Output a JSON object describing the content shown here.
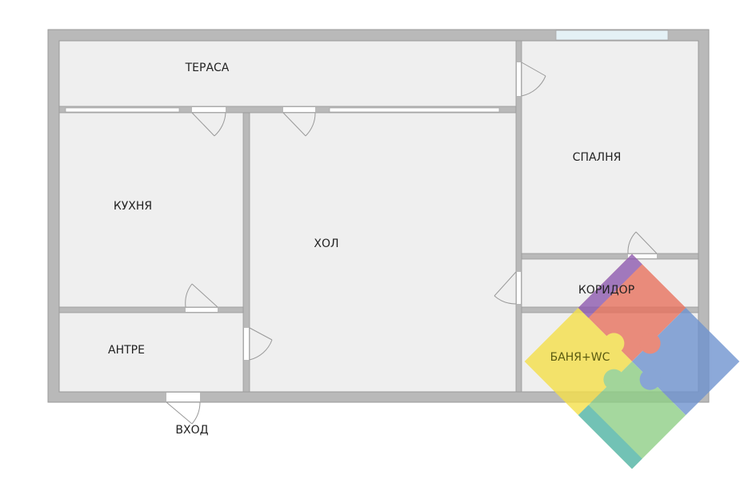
{
  "rooms": {
    "terrace": "ТЕРАСА",
    "bedroom": "СПАЛНЯ",
    "kitchen": "КУХНЯ",
    "hall": "ХОЛ",
    "corridor": "КОРИДОР",
    "entry": "АНТРЕ",
    "bathroom": "БАНЯ+WC",
    "entrance": "ВХОД"
  },
  "colors": {
    "wall": "#b9b9b9",
    "floor": "#efefef",
    "logo_red": "#e8735f",
    "logo_yellow": "#f5e04a",
    "logo_blue": "#6f93cf",
    "logo_green": "#8fcf86",
    "logo_purple": "#8e5bb0",
    "logo_teal": "#4fb3a3"
  }
}
